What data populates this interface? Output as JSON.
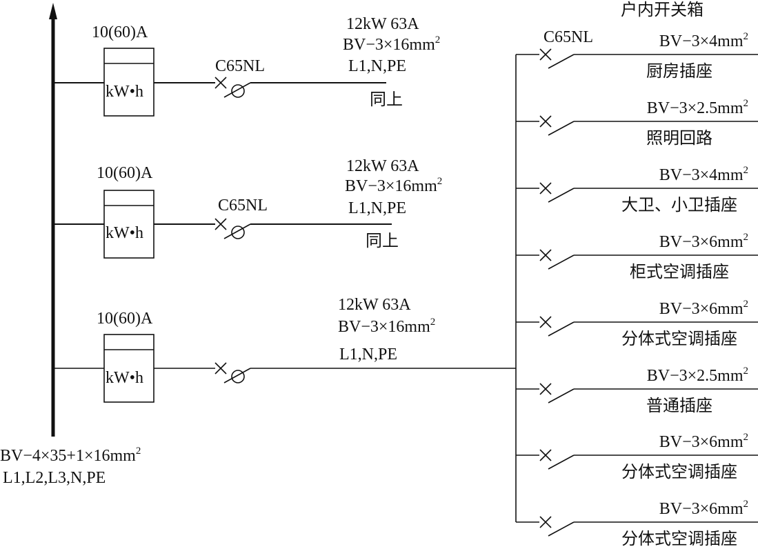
{
  "diagram": {
    "title": "户内开关箱",
    "main_feeder": {
      "cable": "BV−4×35+1×16mm",
      "cable_sup": "2",
      "phases": "L1,L2,L3,N,PE"
    },
    "meter_branches": [
      {
        "meter_rating": "10(60)A",
        "meter_label": "kW•h",
        "breaker": "C65NL",
        "load": "12kW 63A",
        "cable": "BV−3×16mm",
        "cable_sup": "2",
        "phases": "L1,N,PE",
        "note": "同上"
      },
      {
        "meter_rating": "10(60)A",
        "meter_label": "kW•h",
        "breaker": "C65NL",
        "load": "12kW 63A",
        "cable": "BV−3×16mm",
        "cable_sup": "2",
        "phases": "L1,N,PE",
        "note": "同上"
      },
      {
        "meter_rating": "10(60)A",
        "meter_label": "kW•h",
        "breaker": "",
        "load": "12kW 63A",
        "cable": "BV−3×16mm",
        "cable_sup": "2",
        "phases": "L1,N,PE",
        "note": ""
      }
    ],
    "switchbox": {
      "breaker": "C65NL",
      "circuits": [
        {
          "cable": "BV−3×4mm",
          "cable_sup": "2",
          "name": "厨房插座"
        },
        {
          "cable": "BV−3×2.5mm",
          "cable_sup": "2",
          "name": "照明回路"
        },
        {
          "cable": "BV−3×4mm",
          "cable_sup": "2",
          "name": "大卫、小卫插座"
        },
        {
          "cable": "BV−3×6mm",
          "cable_sup": "2",
          "name": "柜式空调插座"
        },
        {
          "cable": "BV−3×6mm",
          "cable_sup": "2",
          "name": "分体式空调插座"
        },
        {
          "cable": "BV−3×2.5mm",
          "cable_sup": "2",
          "name": "普通插座"
        },
        {
          "cable": "BV−3×6mm",
          "cable_sup": "2",
          "name": "分体式空调插座"
        },
        {
          "cable": "BV−3×6mm",
          "cable_sup": "2",
          "name": "分体式空调插座"
        }
      ]
    }
  }
}
